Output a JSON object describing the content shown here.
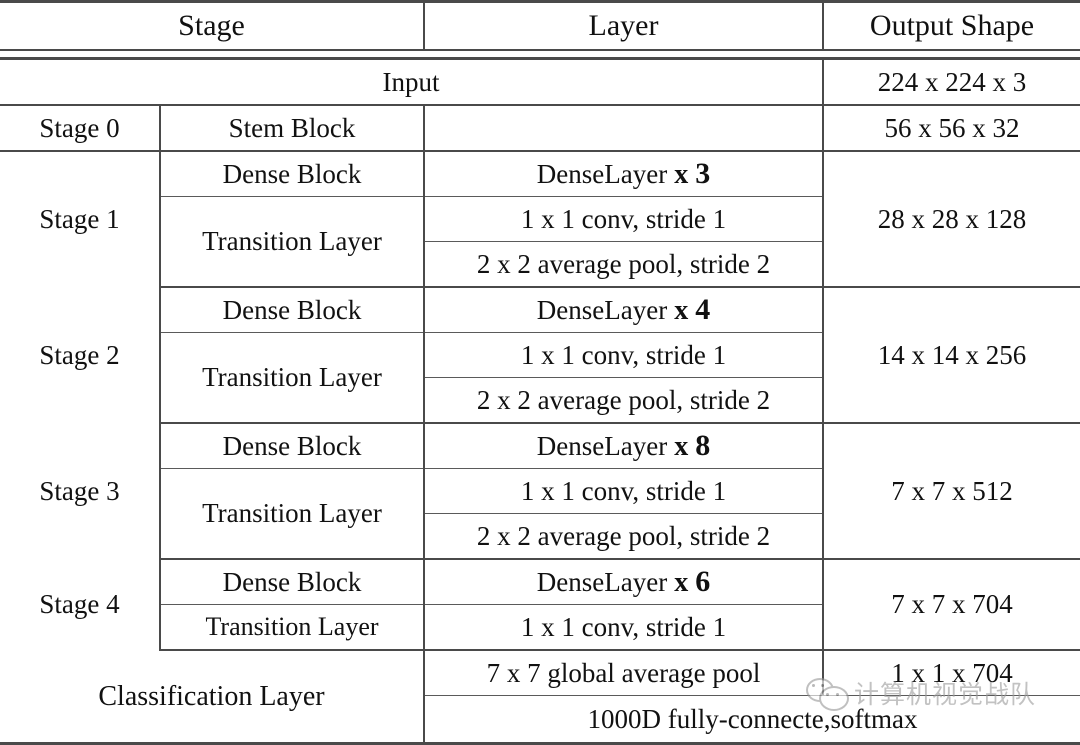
{
  "table": {
    "headers": {
      "stage": "Stage",
      "layer": "Layer",
      "output": "Output Shape"
    },
    "input_row": {
      "label": "Input",
      "output": "224 x 224 x 3"
    },
    "stage0": {
      "name": "Stage 0",
      "block": "Stem Block",
      "layer": "",
      "output": "56 x 56 x 32"
    },
    "stage1": {
      "name": "Stage 1",
      "dense_block": "Dense Block",
      "dense_layer_text": "DenseLayer",
      "dense_mult": "x",
      "dense_count": "3",
      "transition": "Transition Layer",
      "conv": "1 x 1 conv, stride 1",
      "pool": "2 x 2 average pool, stride 2",
      "output": "28 x 28 x 128"
    },
    "stage2": {
      "name": "Stage 2",
      "dense_block": "Dense Block",
      "dense_layer_text": "DenseLayer",
      "dense_mult": "x",
      "dense_count": "4",
      "transition": "Transition Layer",
      "conv": "1 x 1 conv, stride 1",
      "pool": "2 x 2 average pool, stride 2",
      "output": "14 x 14 x 256"
    },
    "stage3": {
      "name": "Stage 3",
      "dense_block": "Dense Block",
      "dense_layer_text": "DenseLayer",
      "dense_mult": "x",
      "dense_count": "8",
      "transition": "Transition Layer",
      "conv": "1 x 1 conv, stride 1",
      "pool": "2 x 2 average pool, stride 2",
      "output": "7 x 7 x 512"
    },
    "stage4": {
      "name": "Stage 4",
      "dense_block": "Dense Block",
      "dense_layer_text": "DenseLayer",
      "dense_mult": "x",
      "dense_count": "6",
      "transition": "Transition Layer",
      "conv": "1 x 1 conv, stride 1",
      "output": "7 x 7 x 704"
    },
    "classification": {
      "name": "Classification Layer",
      "gap": "7 x 7 global average pool",
      "gap_output": "1 x 1 x 704",
      "fc": "1000D fully-connecte,softmax"
    }
  },
  "watermark": {
    "text": "计算机视觉战队",
    "icon": "wechat-bubbles-icon"
  },
  "colors": {
    "rule": "#4a4a4a",
    "text": "#111111",
    "watermark": "#9d9d9d",
    "background": "#ffffff"
  }
}
